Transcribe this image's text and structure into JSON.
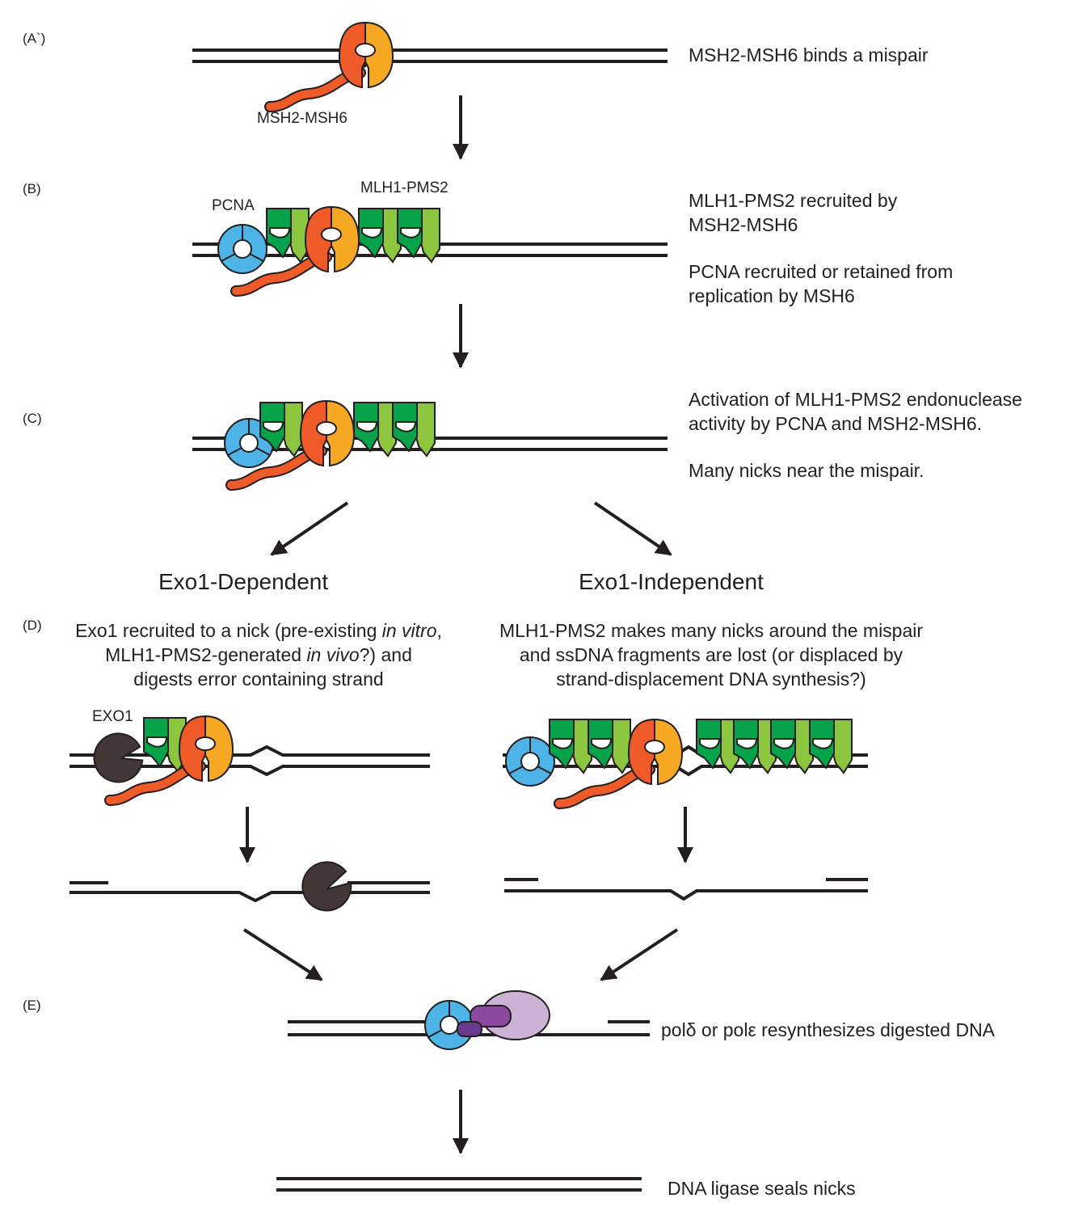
{
  "steps": {
    "a": "(A`)",
    "b": "(B)",
    "c": "(C)",
    "d": "(D)",
    "e": "(E)"
  },
  "labels": {
    "msh2_msh6": "MSH2-MSH6",
    "pcna": "PCNA",
    "mlh1_pms2": "MLH1-PMS2",
    "exo1": "EXO1"
  },
  "descriptions": {
    "a": "MSH2-MSH6 binds a mispair",
    "b1": "MLH1-PMS2 recruited by",
    "b2": "MSH2-MSH6",
    "b3": "PCNA recruited or retained from",
    "b4": "replication by MSH6",
    "c1": "Activation of MLH1-PMS2 endonuclease",
    "c2": "activity by PCNA and MSH2-MSH6.",
    "c3": "Many nicks near the mispair.",
    "e_pre": "pol",
    "e_delta": "δ",
    "e_mid": " or pol",
    "e_eps": "ε",
    "e_post": " resynthesizes digested DNA",
    "final": "DNA ligase seals nicks"
  },
  "branches": {
    "dependent": {
      "title": "Exo1-Dependent",
      "l1_a": "Exo1 recruited to a nick (pre-existing ",
      "l1_i": "in vitro",
      "l1_b": ",",
      "l2_a": "MLH1-PMS2-generated ",
      "l2_i": "in vivo",
      "l2_b": "?) and",
      "l3": "digests error containing strand"
    },
    "independent": {
      "title": "Exo1-Independent",
      "l1": "MLH1-PMS2 makes many nicks around the mispair",
      "l2": "and ssDNA fragments are lost (or displaced by",
      "l3": "strand-displacement DNA synthesis?)"
    }
  },
  "colors": {
    "msh2": "#ef5a29",
    "msh6": "#f7a823",
    "mlh1": "#07a34b",
    "pms2": "#8cc63e",
    "pcna": "#4eb3e6",
    "exo1": "#433637",
    "pol_dark": "#8c4a9e",
    "pol_light": "#ccb3d6",
    "pol_small": "#6a3a8e",
    "dna": "#231f20"
  }
}
